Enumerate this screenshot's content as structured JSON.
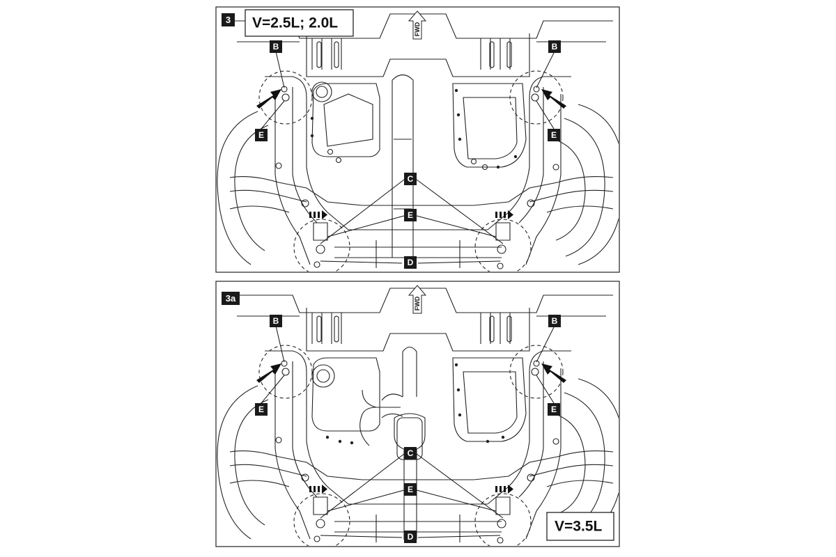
{
  "panels": [
    {
      "number": "3",
      "spec": "V=2.5L; 2.0L",
      "fwd": "FWD",
      "labels": {
        "B": "B",
        "C": "C",
        "D": "D",
        "E": "E"
      }
    },
    {
      "number": "3a",
      "spec": "V=3.5L",
      "fwd": "FWD",
      "labels": {
        "B": "B",
        "C": "C",
        "D": "D",
        "E": "E"
      }
    }
  ],
  "colors": {
    "ink": "#1a1a1a",
    "paper": "#ffffff"
  }
}
